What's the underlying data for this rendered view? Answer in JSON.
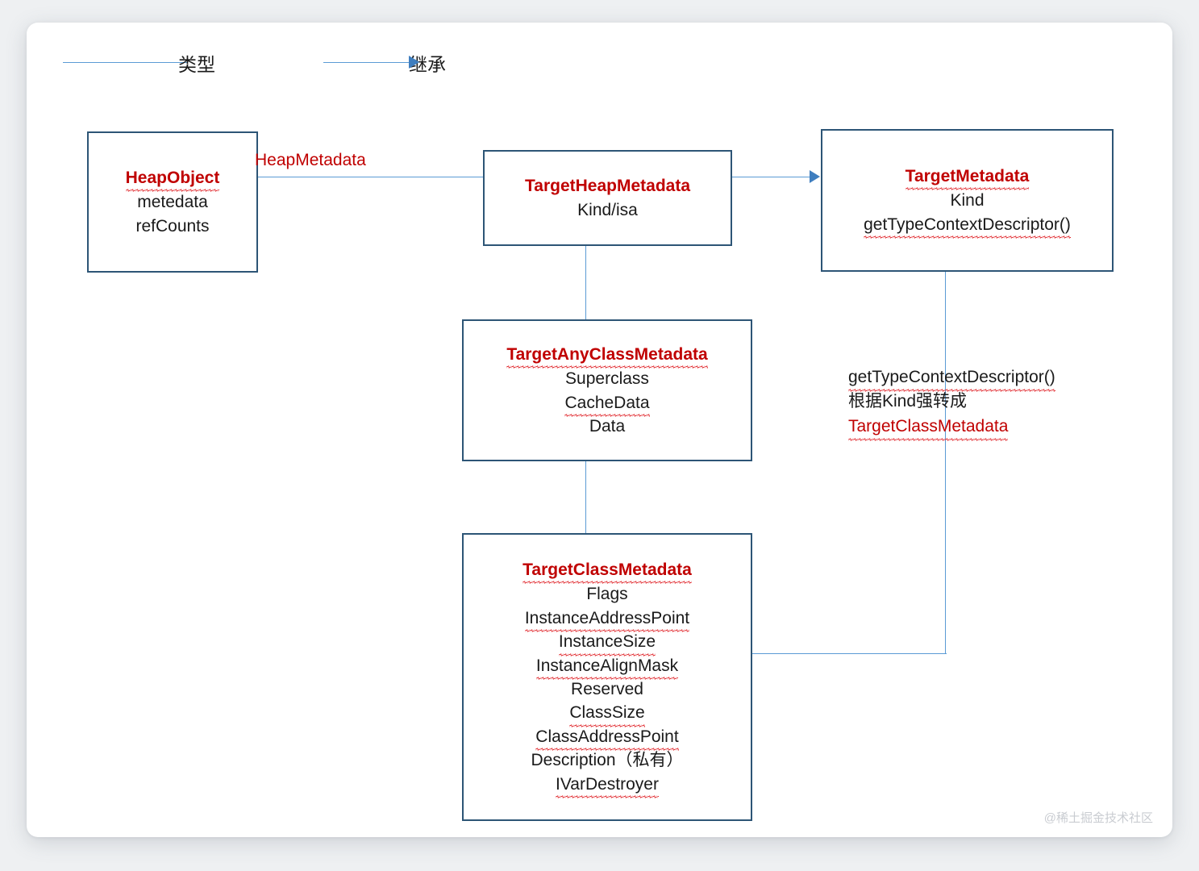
{
  "legend": {
    "type_label": "类型",
    "inherit_label": "继承"
  },
  "nodes": {
    "heap_object": {
      "title": "HeapObject",
      "fields": [
        "metedata",
        "refCounts"
      ]
    },
    "target_heap_metadata": {
      "title": "TargetHeapMetadata",
      "fields": [
        "Kind/isa"
      ]
    },
    "target_metadata": {
      "title": "TargetMetadata",
      "fields": [
        "Kind",
        "getTypeContextDescriptor()"
      ]
    },
    "target_any_class_metadata": {
      "title": "TargetAnyClassMetadata",
      "fields": [
        "Superclass",
        "CacheData",
        "Data"
      ]
    },
    "target_class_metadata": {
      "title": "TargetClassMetadata",
      "fields": [
        "Flags",
        "InstanceAddressPoint",
        "InstanceSize",
        "InstanceAlignMask",
        "Reserved",
        "ClassSize",
        "ClassAddressPoint",
        "Description（私有）",
        "IVarDestroyer"
      ]
    }
  },
  "edges": {
    "heap_metadata_label": "HeapMetadata"
  },
  "annotation": {
    "line1": "getTypeContextDescriptor()",
    "line2": "根据Kind强转成",
    "line3": "TargetClassMetadata"
  },
  "watermark": "@稀土掘金技术社区",
  "colors": {
    "node_border": "#2d5576",
    "edge": "#5b9bd5",
    "arrow": "#3f7ebf",
    "title_red": "#c00000",
    "page_bg": "#eef0f2",
    "card_bg": "#ffffff"
  }
}
